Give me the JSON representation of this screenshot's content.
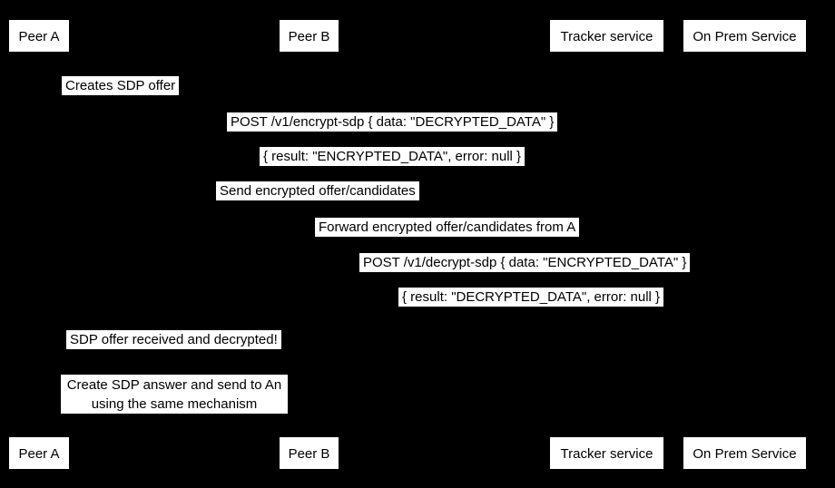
{
  "diagram": {
    "type": "sequence-diagram",
    "colors": {
      "background": "#000000",
      "box_fill": "#ffffff",
      "text": "#000000"
    },
    "participants": [
      {
        "label": "Peer A"
      },
      {
        "label": "Peer B"
      },
      {
        "label": "Tracker service"
      },
      {
        "label": "On Prem Service"
      }
    ],
    "messages": [
      {
        "text": "Creates SDP offer"
      },
      {
        "text": "POST /v1/encrypt-sdp { data: \"DECRYPTED_DATA\" }"
      },
      {
        "text": "{ result: \"ENCRYPTED_DATA\", error: null }"
      },
      {
        "text": "Send encrypted offer/candidates"
      },
      {
        "text": "Forward encrypted offer/candidates from A"
      },
      {
        "text": "POST /v1/decrypt-sdp { data: \"ENCRYPTED_DATA\" }"
      },
      {
        "text": "{ result: \"DECRYPTED_DATA\", error: null }"
      },
      {
        "text": "SDP offer received and decrypted!"
      }
    ],
    "note": {
      "lines": [
        "Create SDP answer and send to An",
        "using the same mechanism"
      ]
    }
  }
}
